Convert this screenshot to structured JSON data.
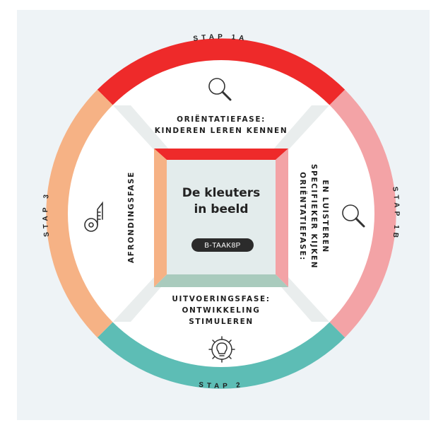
{
  "center": {
    "title_line1": "De kleuters",
    "title_line2": "in beeld",
    "badge": "B-TAAK8P"
  },
  "ring": {
    "top": "STAP 1A",
    "right": "STAP 1B",
    "bottom": "STAP 2",
    "left": "STAP 3"
  },
  "phases": {
    "top": {
      "line1": "ORIËNTATIEFASE:",
      "line2": "KINDEREN LEREN KENNEN",
      "icon": "magnifier-icon"
    },
    "right": {
      "line1": "ORIËNTATIEFASE:",
      "line2": "SPECIFIEKER KIJKEN",
      "line3": "EN LUISTEREN",
      "icon": "magnifier-icon"
    },
    "bottom": {
      "line1": "UITVOERINGSFASE:",
      "line2": "ONTWIKKELING",
      "line3": "STIMULEREN",
      "icon": "lightbulb-gear-icon"
    },
    "left": {
      "line1": "AFRONDINGSFASE",
      "icon": "measuring-tape-icon"
    }
  },
  "colors": {
    "background": "#eef3f6",
    "stap_1a": "#ee2a2a",
    "stap_1b": "#f3a3a6",
    "stap_2": "#5dbdb5",
    "stap_3": "#f6b285",
    "center_fill": "#e3ecec",
    "badge": "#2b2b2b"
  }
}
